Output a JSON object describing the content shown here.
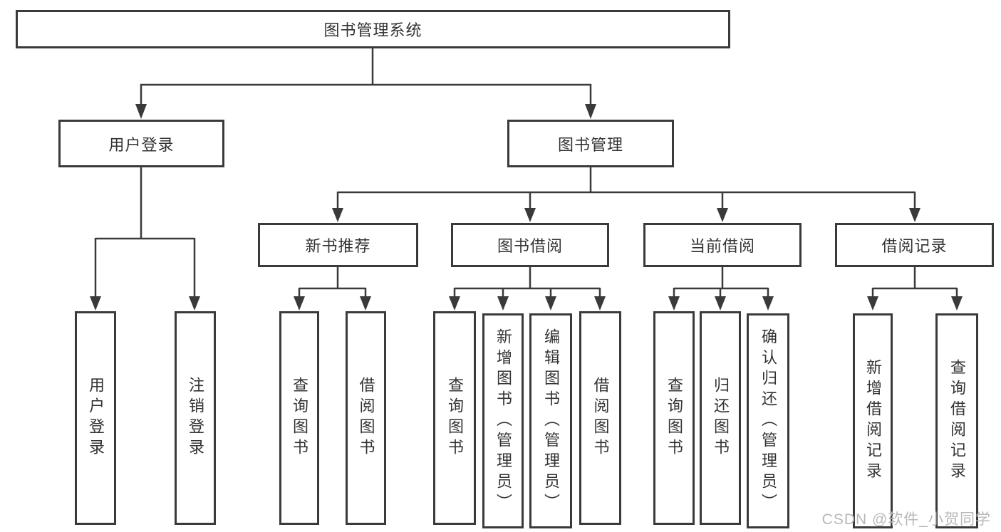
{
  "diagram": {
    "root": {
      "label": "图书管理系统"
    },
    "branches": [
      {
        "label": "用户登录",
        "children": [
          "用户登录",
          "注销登录"
        ]
      },
      {
        "label": "图书管理",
        "children": [
          {
            "label": "新书推荐",
            "children": [
              "查询图书",
              "借阅图书"
            ]
          },
          {
            "label": "图书借阅",
            "children": [
              "查询图书",
              "新增图书（管理员）",
              "编辑图书（管理员）",
              "借阅图书"
            ]
          },
          {
            "label": "当前借阅",
            "children": [
              "查询图书",
              "归还图书",
              "确认归还（管理员）"
            ]
          },
          {
            "label": "借阅记录",
            "children": [
              "新增借阅记录",
              "查询借阅记录"
            ]
          }
        ]
      }
    ]
  },
  "watermark": {
    "text": "CSDN @软件_小贺同学"
  },
  "colors": {
    "line": "#3a3a3a",
    "text": "#333333",
    "background": "#ffffff",
    "watermark": "#b8b8b8"
  }
}
